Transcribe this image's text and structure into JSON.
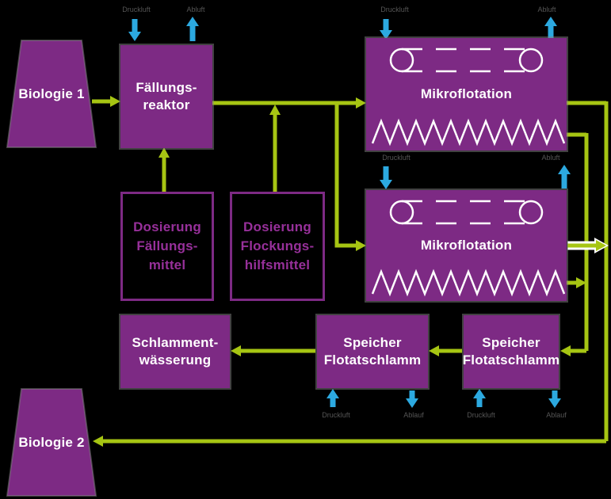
{
  "colors": {
    "background": "#000000",
    "box_purple": "#7d2a84",
    "arrow_green": "#a6c513",
    "arrow_blue": "#2ca9e0",
    "dosing_text_purple": "#97309a",
    "box_text": "#ffffff",
    "utility_label_gray": "#555555"
  },
  "nodes": {
    "biologie1": {
      "label": "Biologie 1"
    },
    "faellungsreaktor": {
      "line1": "Fällungs-",
      "line2": "reaktor"
    },
    "mikroflotation1": {
      "label": "Mikroflotation"
    },
    "mikroflotation2": {
      "label": "Mikroflotation"
    },
    "dosierung_faellungsmittel": {
      "line1": "Dosierung",
      "line2": "Fällungs-",
      "line3": "mittel"
    },
    "dosierung_flockungshilfsmittel": {
      "line1": "Dosierung",
      "line2": "Flockungs-",
      "line3": "hilfsmittel"
    },
    "schlammentwaesserung": {
      "line1": "Schlamment-",
      "line2": "wässerung"
    },
    "speicher_flotatschlamm_links": {
      "line1": "Speicher",
      "line2": "Flotatschlamm"
    },
    "speicher_flotatschlamm_rechts": {
      "line1": "Speicher",
      "line2": "Flotatschlamm"
    },
    "biologie2": {
      "label": "Biologie 2"
    }
  },
  "utility_labels": {
    "faellungsreaktor_in": "Druckluft",
    "faellungsreaktor_out": "Abluft",
    "mikroflotation1_in": "Druckluft",
    "mikroflotation1_out": "Abluft",
    "mikroflotation2_in": "Druckluft",
    "mikroflotation2_out": "Abluft",
    "speicher_links_in": "Druckluft",
    "speicher_links_out": "Ablauf",
    "speicher_rechts_in": "Druckluft",
    "speicher_rechts_out": "Ablauf"
  }
}
